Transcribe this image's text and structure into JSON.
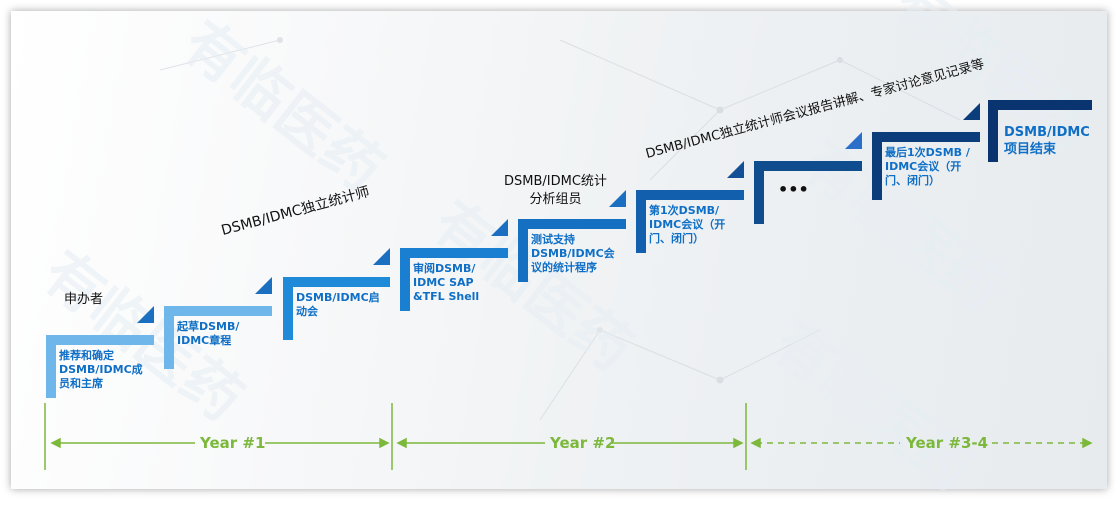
{
  "watermark": "有临医药",
  "colors": {
    "step_light": "#6fb7ea",
    "step_mid": "#0f6fc6",
    "step_dark": "#0b3d7a",
    "step_navy": "#0a3470",
    "text_blue": "#0f6fc6",
    "year_green": "#7cb83b"
  },
  "labels": {
    "sponsor": "申办者",
    "independent_statistician": "DSMB/IDMC独立统计师",
    "statistical_group": "DSMB/IDMC统计\n分析组员",
    "report_explanation": "DSMB/IDMC独立统计师会议报告讲解、专家讨论意见记录等"
  },
  "steps": [
    {
      "text": "推荐和确定\nDSMB/IDMC成\n员和主席"
    },
    {
      "text": "起草DSMB/\nIDMC章程"
    },
    {
      "text": "DSMB/IDMC启\n动会"
    },
    {
      "text": "审阅DSMB/\nIDMC SAP\n&TFL Shell"
    },
    {
      "text": "测试支持\nDSMB/IDMC会\n议的统计程序"
    },
    {
      "text": "第1次DSMB/\nIDMC会议（开\n门、闭门）"
    },
    {
      "text": "•••"
    },
    {
      "text": "最后1次DSMB /\nIDMC会议（开\n门、闭门）"
    },
    {
      "text": "DSMB/IDMC\n项目结束"
    }
  ],
  "timeline": [
    {
      "label": "Year #1"
    },
    {
      "label": "Year #2"
    },
    {
      "label": "Year #3-4"
    }
  ]
}
